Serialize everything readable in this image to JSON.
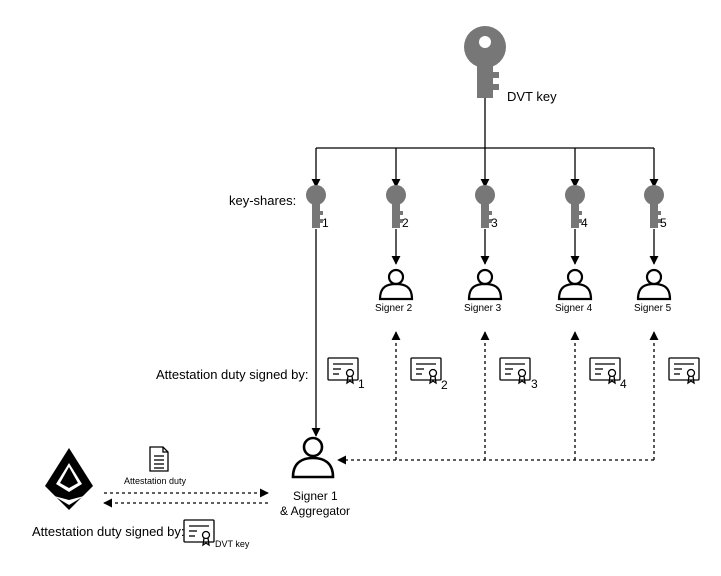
{
  "main_key": {
    "label": "DVT key",
    "icon": "key-icon",
    "color": "#777777"
  },
  "key_shares_label": "key-shares:",
  "shares": [
    {
      "number": "1"
    },
    {
      "number": "2",
      "signer_label": "Signer 2"
    },
    {
      "number": "3",
      "signer_label": "Signer 3"
    },
    {
      "number": "4",
      "signer_label": "Signer 4"
    },
    {
      "number": "5",
      "signer_label": "Signer 5"
    }
  ],
  "attestation_row_label": "Attestation duty signed by:",
  "certificate_numbers": [
    "1",
    "2",
    "3",
    "4",
    ""
  ],
  "aggregator": {
    "line1": "Signer 1",
    "line2": "& Aggregator"
  },
  "duty_doc_label": "Attestation duty",
  "bottom_signed_label": "Attestation duty signed by:",
  "bottom_cert_label": "DVT key",
  "icons": {
    "ethereum": "ethereum-icon",
    "document": "document-icon",
    "certificate": "certificate-icon",
    "user": "user-icon"
  }
}
